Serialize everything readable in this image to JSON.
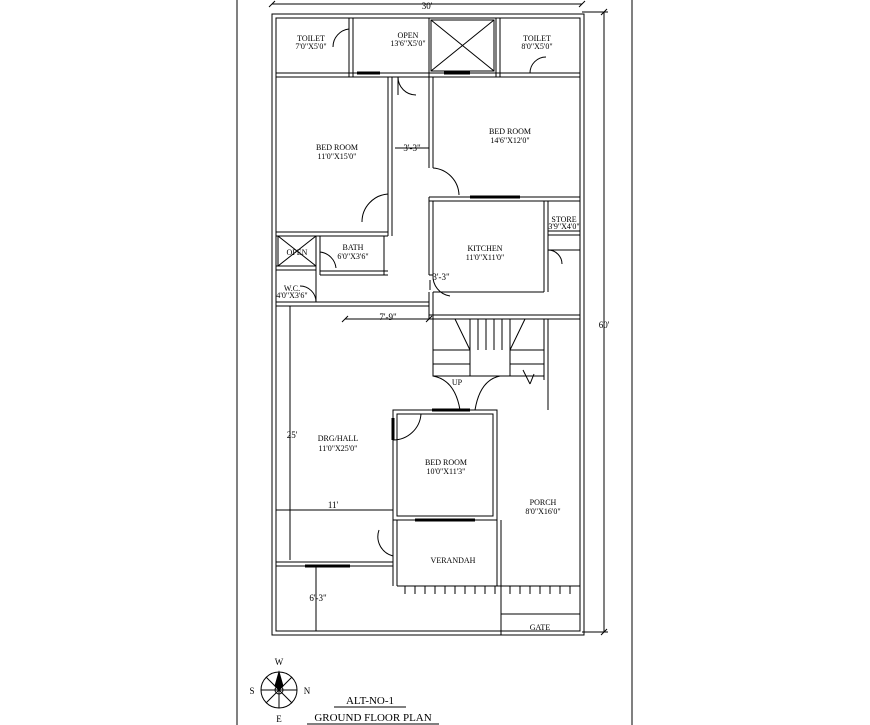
{
  "plan": {
    "overall_width": "30'",
    "overall_depth": "60'",
    "rooms": {
      "toilet_left": {
        "name": "TOILET",
        "size": "7'0\"X5'0\""
      },
      "open_top": {
        "name": "OPEN",
        "size": "13'6\"X5'0\""
      },
      "toilet_right": {
        "name": "TOILET",
        "size": "8'0\"X5'0\""
      },
      "bedroom_left": {
        "name": "BED ROOM",
        "size": "11'0\"X15'0\""
      },
      "bedroom_right": {
        "name": "BED ROOM",
        "size": "14'6\"X12'0\""
      },
      "open_small": {
        "name": "OPEN"
      },
      "bath": {
        "name": "BATH",
        "size": "6'0\"X3'6\""
      },
      "wc": {
        "name": "W.C.",
        "size": "4'0\"X3'6\""
      },
      "kitchen": {
        "name": "KITCHEN",
        "size": "11'0\"X11'0\""
      },
      "store": {
        "name": "STORE",
        "size": "3'9\"X4'0\""
      },
      "drg_hall": {
        "name": "DRG/HALL",
        "size": "11'0\"X25'0\""
      },
      "bedroom_center": {
        "name": "BED ROOM",
        "size": "10'0\"X11'3\""
      },
      "porch": {
        "name": "PORCH",
        "size": "8'0\"X16'0\""
      },
      "verandah": {
        "name": "VERANDAH"
      },
      "gate": {
        "name": "GATE"
      }
    },
    "dimensions": {
      "passage": "3'-3\"",
      "kitchen_passage": "3'-3\"",
      "hall_width_top": "7'-9\"",
      "hall_depth": "25'",
      "hall_width": "11'",
      "front_setback": "6'-3\""
    },
    "stair_label": "UP",
    "compass": {
      "n": "N",
      "s": "S",
      "e": "E",
      "w": "W"
    },
    "title_alt": "ALT-NO-1",
    "title_main": "GROUND FLOOR PLAN"
  }
}
